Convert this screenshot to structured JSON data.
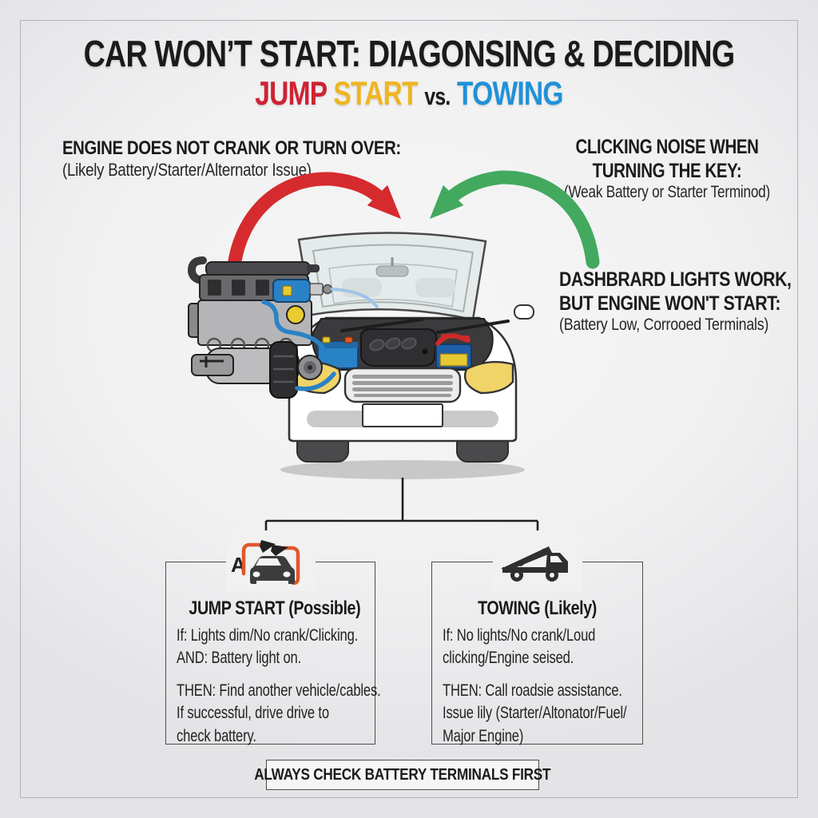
{
  "page": {
    "title": "CAR WON’T START: DIAGONSING & DECIDING",
    "subtitle": {
      "jump": "JUMP",
      "start": "START",
      "vs": "vs.",
      "towing": "TOWING"
    },
    "footer_banner": "ALWAYS CHECK BATTERY TERMINALS FIRST"
  },
  "colors": {
    "jump_red": "#cf2332",
    "start_yellow": "#efb522",
    "towing_blue": "#2191d9",
    "arrow_red": "#d62b2e",
    "arrow_green": "#43a95e",
    "cable_orange": "#e0572a",
    "text_dark": "#1b1b1b",
    "box_border": "#4c4c4c"
  },
  "callouts": {
    "no_crank": {
      "heading": "ENGINE DOES NOT CRANK OR TURN OVER:",
      "detail": "(Likely Battery/Starter/Alternator Issue)"
    },
    "clicking": {
      "heading_lines": [
        "CLICKING NOISE WHEN",
        "TURNING THE KEY:"
      ],
      "detail": "(Weak Battery or Starter Terminod)"
    },
    "dash_lights": {
      "heading_lines": [
        "DASHBRARD LIGHTS WORK,",
        "BUT ENGINE WON'T START:"
      ],
      "detail": "(Battery Low, Corrooed Terminals)"
    }
  },
  "decisions": {
    "jump_start": {
      "icon": "jumper-cables-car-icon",
      "icon_letter": "A",
      "title": "JUMP START (Possible)",
      "condition_lines": [
        "If: Lights dim/No crank/Clicking.",
        "AND: Battery light on."
      ],
      "action_lines": [
        "THEN: Find another vehicle/cables.",
        "If successful, drive drive to",
        "check battery."
      ]
    },
    "towing": {
      "icon": "tow-truck-icon",
      "title": "TOWING (Likely)",
      "condition_lines": [
        "If: No lights/No crank/Loud",
        "clicking/Engine seised."
      ],
      "action_lines": [
        "THEN: Call roadsie assistance.",
        "Issue lily (Starter/Altonator/Fuel/",
        "Major Engine)"
      ]
    }
  },
  "illustrations": {
    "center": "car-with-open-hood-and-engine-illustration",
    "left_arrow": "red-curved-arrow",
    "right_arrow": "green-curved-arrow",
    "connector": "flowchart-connector"
  }
}
